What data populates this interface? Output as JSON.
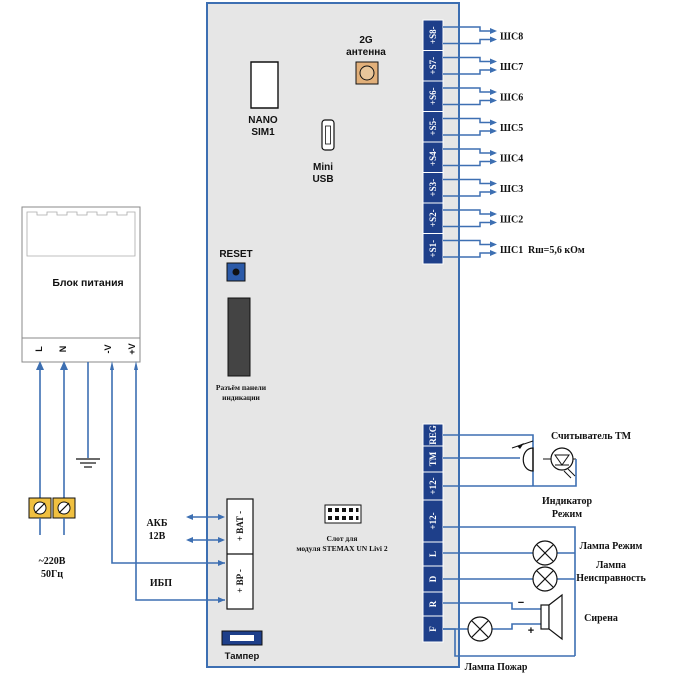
{
  "diagram": {
    "power_block": {
      "title": "Блок питания",
      "terminals": [
        "L",
        "N",
        "-V",
        "+V"
      ]
    },
    "mains": {
      "voltage": "~220В",
      "frequency": "50Гц"
    },
    "sim": {
      "label1": "NANO",
      "label2": "SIM1"
    },
    "antenna": {
      "label1": "2G",
      "label2": "антенна"
    },
    "usb": {
      "label1": "Mini",
      "label2": "USB"
    },
    "reset": {
      "label": "RESET"
    },
    "panel_connector": {
      "label1": "Разъём панели",
      "label2": "индикации"
    },
    "slot": {
      "label1": "Слот для",
      "label2": "модуля STEMAX UN Livi 2"
    },
    "tamper": {
      "label": "Тампер"
    },
    "akb": {
      "label1": "АКБ",
      "label2": "12В"
    },
    "ibp": {
      "label": "ИБП"
    },
    "bat_terminal": {
      "label": "+ BAT -"
    },
    "bp_terminal": {
      "label": "+ BP -"
    },
    "zones": {
      "terminals": [
        "+S8-",
        "+S7-",
        "+S6-",
        "+S5-",
        "+S4-",
        "+S3-",
        "+S2-",
        "+S1-"
      ],
      "labels": [
        "ШС8",
        "ШС7",
        "ШС6",
        "ШС5",
        "ШС4",
        "ШС3",
        "ШС2",
        "ШС1"
      ],
      "resistor": "Rш=5,6 кОм"
    },
    "outputs": {
      "terminals": [
        "REG",
        "TM",
        "+12-",
        "+12-",
        "L",
        "D",
        "R",
        "F"
      ]
    },
    "reader": {
      "label": "Считыватель ТМ"
    },
    "indicator": {
      "label1": "Индикатор",
      "label2": "Режим"
    },
    "lamp_mode": {
      "label": "Лампа Режим"
    },
    "lamp_fault": {
      "label1": "Лампа",
      "label2": "Неисправность"
    },
    "siren": {
      "label": "Сирена",
      "minus": "−",
      "plus": "+"
    },
    "lamp_fire": {
      "label": "Лампа Пожар"
    },
    "colors": {
      "wire": "#3d6fb2",
      "terminal": "#1e3f8a",
      "board": "#e6e6e6"
    }
  }
}
